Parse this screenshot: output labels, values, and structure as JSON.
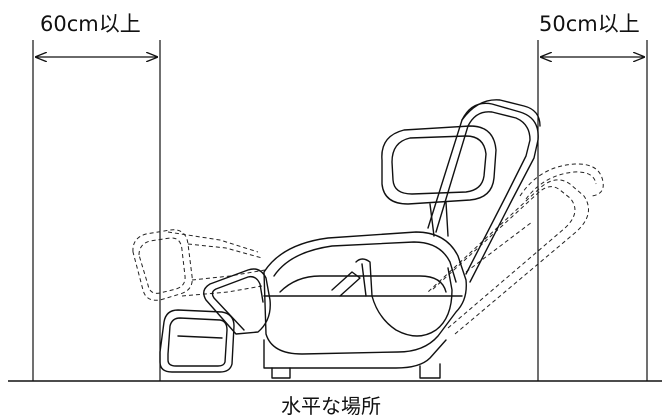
{
  "labels": {
    "front_clearance": "60cm以上",
    "rear_clearance": "50cm以上",
    "floor": "水平な場所"
  },
  "colors": {
    "line": "#111111",
    "background": "#ffffff"
  }
}
